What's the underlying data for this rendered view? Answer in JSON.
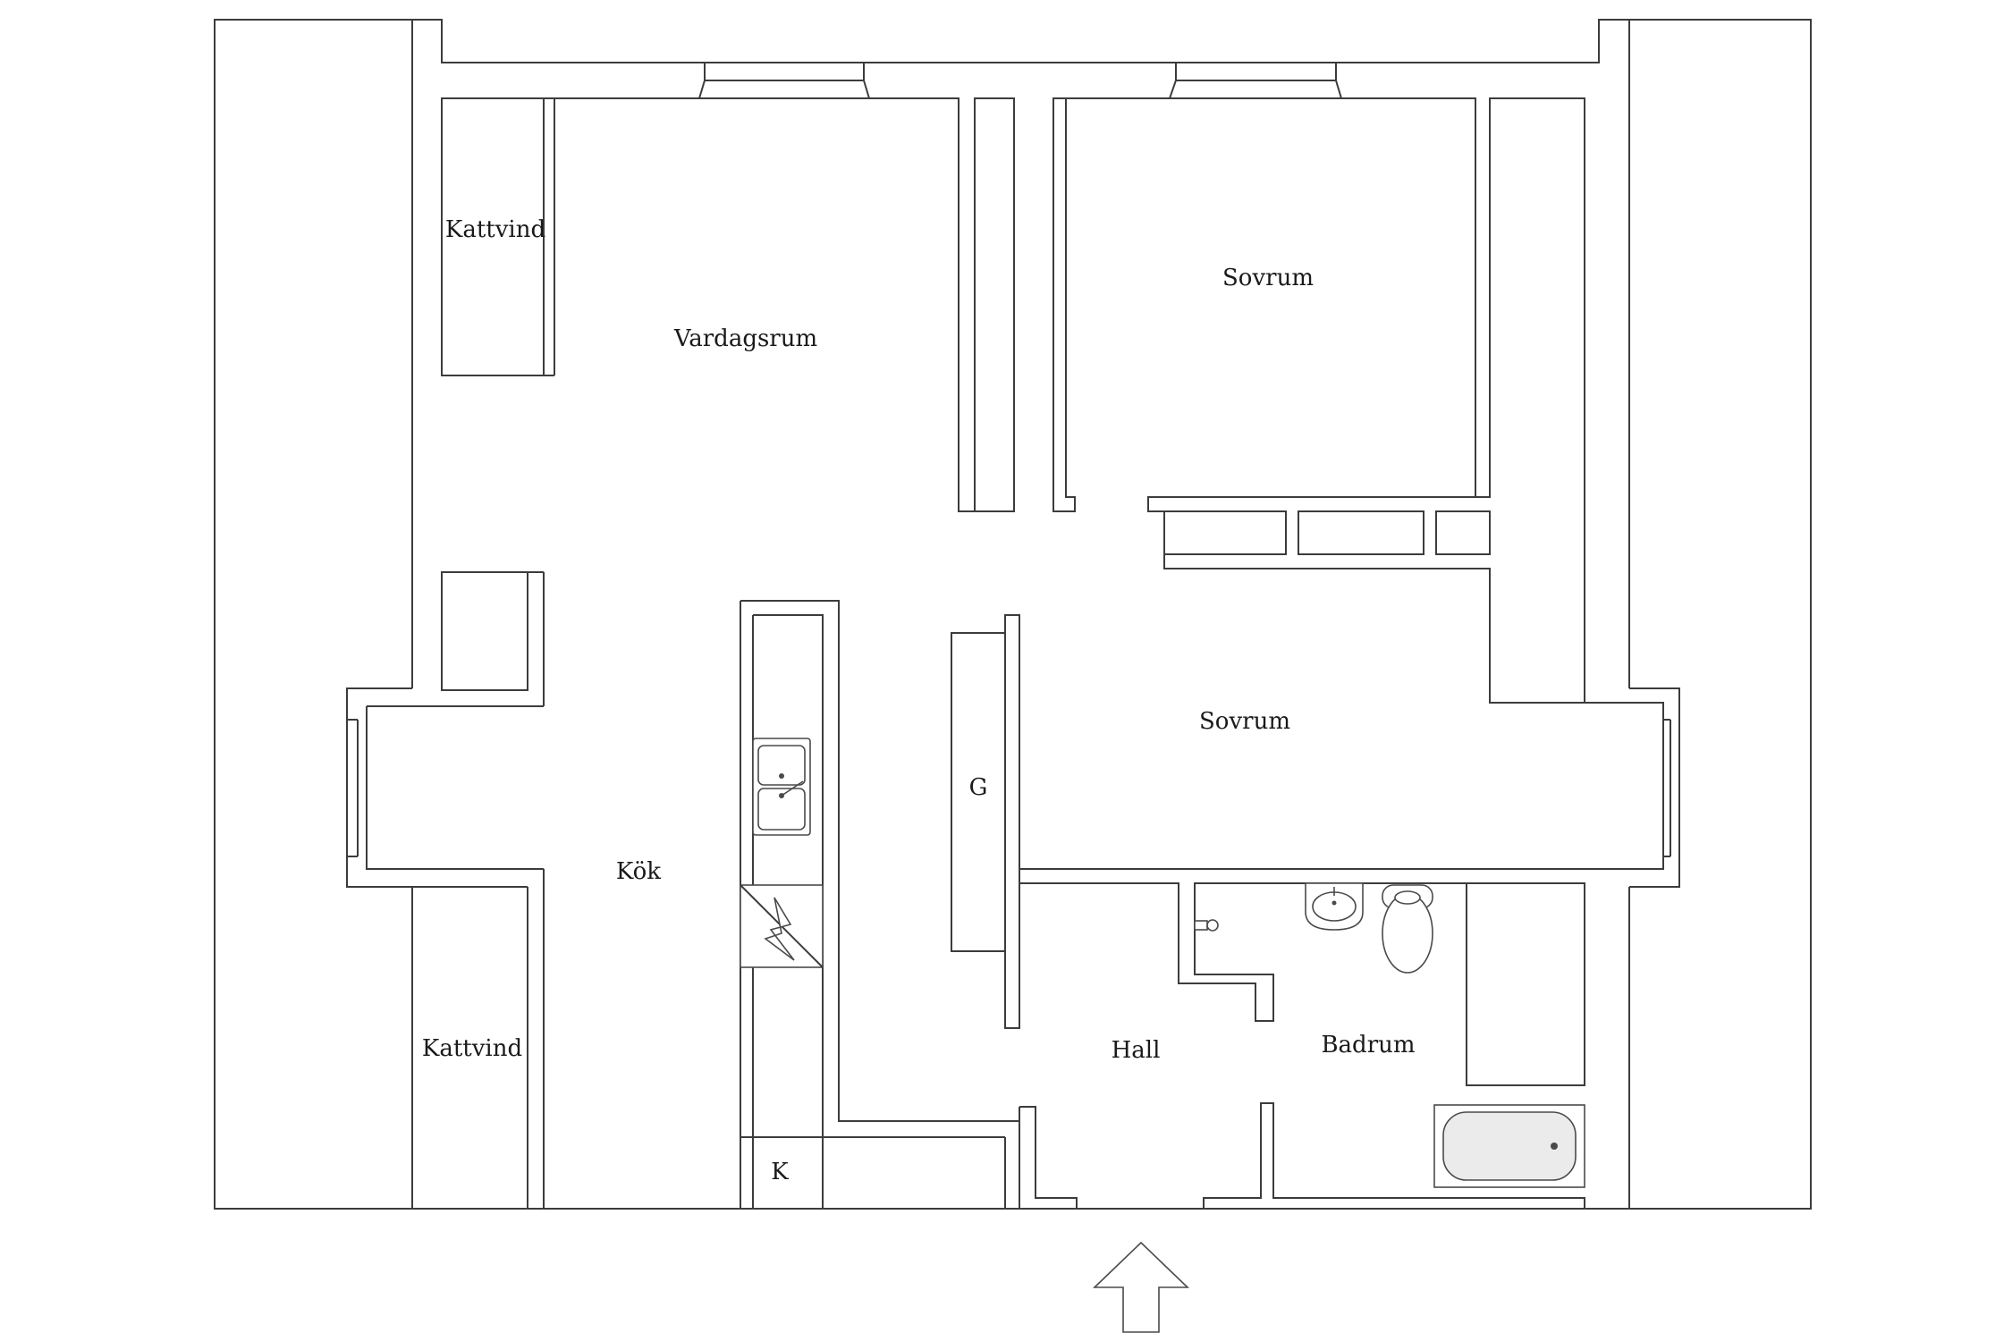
{
  "rooms": {
    "kattvind_top": "Kattvind",
    "vardagsrum": "Vardagsrum",
    "sovrum_top": "Sovrum",
    "sovrum_mid": "Sovrum",
    "g": "G",
    "kok": "Kök",
    "kattvind_bottom": "Kattvind",
    "hall": "Hall",
    "badrum": "Badrum",
    "k": "K"
  },
  "icons": {
    "sink": "kitchen-sink-icon",
    "stove": "stove-icon",
    "washbasin": "washbasin-icon",
    "toilet": "toilet-icon",
    "bathtub": "bathtub-icon",
    "entrance": "entrance-arrow-icon"
  }
}
